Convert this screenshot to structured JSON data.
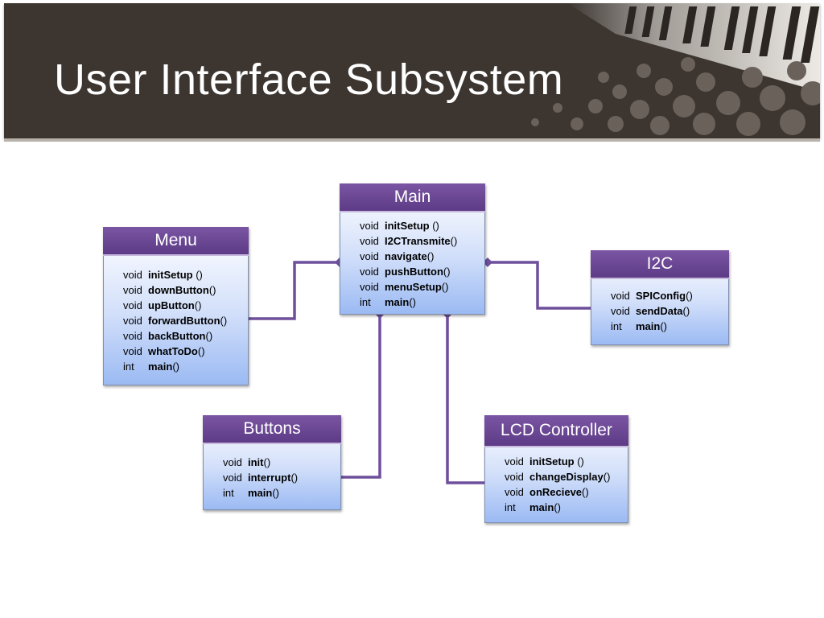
{
  "slide": {
    "title": "User Interface Subsystem"
  },
  "classes": {
    "main": {
      "name": "Main",
      "methods": [
        {
          "ret": "void",
          "name": "initSetup",
          "sig": " ()"
        },
        {
          "ret": "void",
          "name": "I2CTransmite",
          "sig": "()"
        },
        {
          "ret": "void",
          "name": "navigate",
          "sig": "()"
        },
        {
          "ret": "void",
          "name": "pushButton",
          "sig": "()"
        },
        {
          "ret": "void",
          "name": "menuSetup",
          "sig": "()"
        },
        {
          "ret": "int",
          "name": "main",
          "sig": "()"
        }
      ]
    },
    "menu": {
      "name": "Menu",
      "methods": [
        {
          "ret": "void",
          "name": "initSetup",
          "sig": " ()"
        },
        {
          "ret": "void",
          "name": "downButton",
          "sig": "()"
        },
        {
          "ret": "void",
          "name": "upButton",
          "sig": "()"
        },
        {
          "ret": "void",
          "name": "forwardButton",
          "sig": "()"
        },
        {
          "ret": "void",
          "name": "backButton",
          "sig": "()"
        },
        {
          "ret": "void",
          "name": "whatToDo",
          "sig": "()"
        },
        {
          "ret": "int",
          "name": "main",
          "sig": "()"
        }
      ]
    },
    "i2c": {
      "name": "I2C",
      "methods": [
        {
          "ret": "void",
          "name": "SPIConfig",
          "sig": "()"
        },
        {
          "ret": "void",
          "name": "sendData",
          "sig": "()"
        },
        {
          "ret": "int",
          "name": "main",
          "sig": "()"
        }
      ]
    },
    "buttons": {
      "name": "Buttons",
      "methods": [
        {
          "ret": "void",
          "name": "init",
          "sig": "()"
        },
        {
          "ret": "void",
          "name": "interrupt",
          "sig": "()"
        },
        {
          "ret": "int",
          "name": "main",
          "sig": "()"
        }
      ]
    },
    "lcd": {
      "name": "LCD Controller",
      "methods": [
        {
          "ret": "void",
          "name": "initSetup",
          "sig": " ()"
        },
        {
          "ret": "void",
          "name": "changeDisplay",
          "sig": "()"
        },
        {
          "ret": "void",
          "name": "onRecieve",
          "sig": "()"
        },
        {
          "ret": "int",
          "name": "main",
          "sig": "()"
        }
      ]
    }
  },
  "colors": {
    "header_bg": "#3c3530",
    "class_header": "#5d3b86",
    "class_body_bottom": "#9bbaf3",
    "connector": "#6e4f9c"
  }
}
